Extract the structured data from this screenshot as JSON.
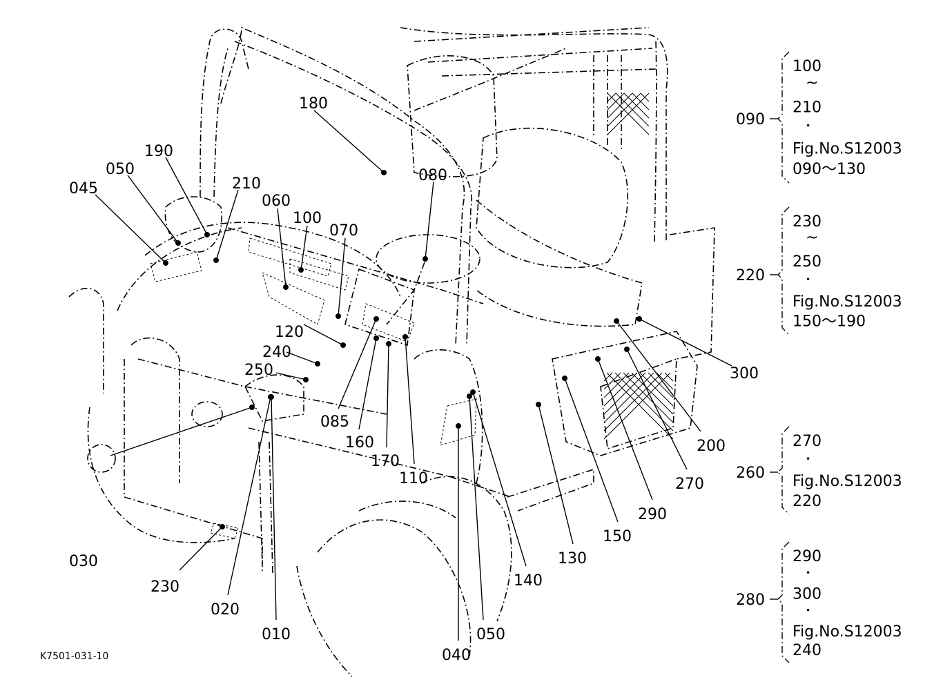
{
  "drawing_code": "K7501-031-10",
  "callouts": [
    "180",
    "190",
    "050",
    "045",
    "210",
    "060",
    "100",
    "070",
    "080",
    "120",
    "240",
    "250",
    "085",
    "160",
    "170",
    "110",
    "030",
    "230",
    "020",
    "010",
    "040",
    "050",
    "140",
    "130",
    "150",
    "290",
    "270",
    "200",
    "300"
  ],
  "groups": [
    {
      "id": "090",
      "lines": [
        "100",
        "~",
        "210",
        "•",
        "Fig.No.S12003",
        "090～130"
      ]
    },
    {
      "id": "220",
      "lines": [
        "230",
        "~",
        "250",
        "•",
        "Fig.No.S12003",
        "150～190"
      ]
    },
    {
      "id": "260",
      "lines": [
        "270",
        "•",
        "Fig.No.S12003",
        "220"
      ]
    },
    {
      "id": "280",
      "lines": [
        "290",
        "•",
        "300",
        "•",
        "Fig.No.S12003",
        "240"
      ]
    }
  ]
}
